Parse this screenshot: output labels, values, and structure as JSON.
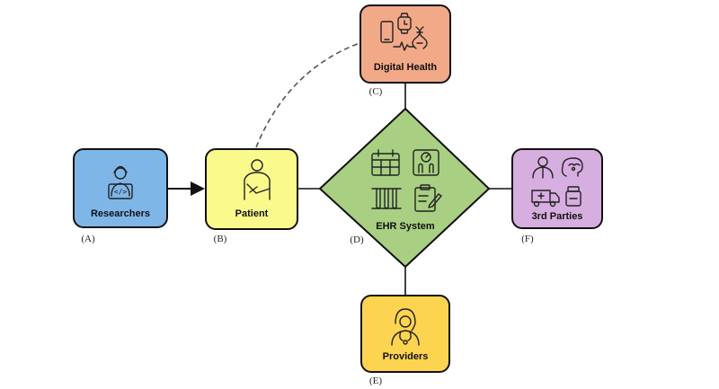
{
  "nodes": {
    "researchers": {
      "label": "Researchers",
      "letter": "(A)",
      "color": "#7fb6e8"
    },
    "patient": {
      "label": "Patient",
      "letter": "(B)",
      "color": "#fafa8c"
    },
    "digital_health": {
      "label": "Digital Health",
      "letter": "(C)",
      "color": "#f2a988"
    },
    "ehr_system": {
      "label": "EHR System",
      "letter": "(D)",
      "color": "#a8cf82"
    },
    "providers": {
      "label": "Providers",
      "letter": "(E)",
      "color": "#fdd44f"
    },
    "third_parties": {
      "label": "3rd Parties",
      "letter": "(F)",
      "color": "#d6aedf"
    }
  },
  "icons": {
    "researchers": "researcher-laptop-icon",
    "patient": "patient-arm-sling-icon",
    "digital_health": [
      "smartphone-icon",
      "smartwatch-icon",
      "dna-icon",
      "heartbeat-icon"
    ],
    "ehr_system": [
      "calendar-icon",
      "scale-icon",
      "test-tubes-icon",
      "clipboard-pen-icon"
    ],
    "providers": "nurse-icon",
    "third_parties": [
      "doctor-icon",
      "brain-icon",
      "ambulance-icon",
      "pill-bottle-icon"
    ]
  },
  "edges": [
    {
      "from": "researchers",
      "to": "patient",
      "style": "arrow"
    },
    {
      "from": "patient",
      "to": "ehr_system",
      "style": "solid"
    },
    {
      "from": "patient",
      "to": "digital_health",
      "style": "dashed"
    },
    {
      "from": "digital_health",
      "to": "ehr_system",
      "style": "solid"
    },
    {
      "from": "ehr_system",
      "to": "providers",
      "style": "solid"
    },
    {
      "from": "ehr_system",
      "to": "third_parties",
      "style": "solid"
    }
  ]
}
